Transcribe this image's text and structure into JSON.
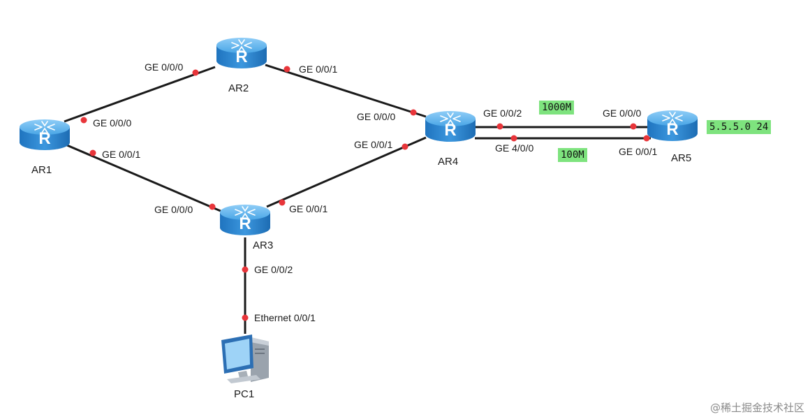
{
  "devices": {
    "ar1": "AR1",
    "ar2": "AR2",
    "ar3": "AR3",
    "ar4": "AR4",
    "ar5": "AR5",
    "pc1": "PC1"
  },
  "ports": {
    "ar2_ge000": "GE 0/0/0",
    "ar2_ge001": "GE 0/0/1",
    "ar1_ge000": "GE 0/0/0",
    "ar1_ge001": "GE 0/0/1",
    "ar4_ge000": "GE 0/0/0",
    "ar4_ge001": "GE 0/0/1",
    "ar4_ge002": "GE 0/0/2",
    "ar4_ge400": "GE 4/0/0",
    "ar5_ge000": "GE 0/0/0",
    "ar5_ge001": "GE 0/0/1",
    "ar3_ge000": "GE 0/0/0",
    "ar3_ge001": "GE 0/0/1",
    "ar3_ge002": "GE 0/0/2",
    "pc1_eth": "Ethernet 0/0/1"
  },
  "annotations": {
    "bandwidth_1000": "1000M",
    "bandwidth_100": "100M",
    "network": "5.5.5.0 24"
  },
  "watermark": "@稀土掘金技术社区",
  "icons": {
    "router": "router-icon",
    "pc": "pc-icon"
  },
  "colors": {
    "link": "#1a1a1a",
    "port_dot": "#e8353a",
    "tag_bg": "#7ee37e",
    "router_body": "#2f8fd8"
  }
}
